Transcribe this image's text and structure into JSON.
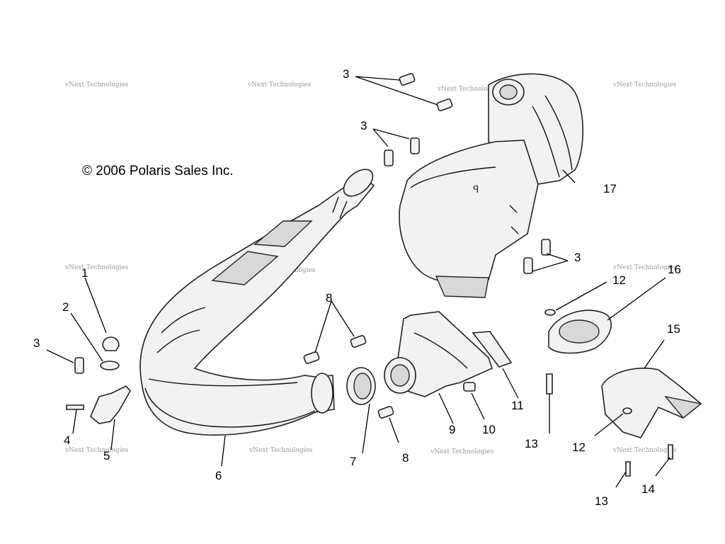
{
  "copyright": "© 2006 Polaris Sales Inc.",
  "watermark": "vNext Technologies",
  "callouts": [
    "1",
    "2",
    "3",
    "3",
    "3",
    "3",
    "4",
    "5",
    "6",
    "7",
    "8",
    "8",
    "9",
    "10",
    "11",
    "12",
    "12",
    "13",
    "13",
    "14",
    "15",
    "16",
    "17"
  ],
  "icons": [
    "exhaust-pipe",
    "muffler",
    "exhaust-manifold",
    "rubber-mount",
    "grommet",
    "gasket",
    "heat-shield",
    "bracket",
    "bolt",
    "stud"
  ]
}
